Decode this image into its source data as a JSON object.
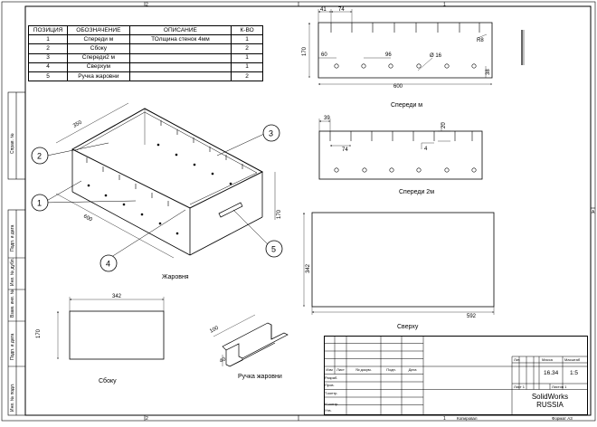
{
  "frame": {
    "zone_top_left": "1",
    "zone_top_right": "2",
    "zone_bottom_left": "2",
    "zone_bottom_right": "1",
    "zone_side_right": "A"
  },
  "spec_table": {
    "headers": [
      "ПОЗИЦИЯ",
      "ОБОЗНАЧЕНИЕ",
      "ОПИСАНИЕ",
      "К-ВО"
    ],
    "rows": [
      [
        "1",
        "Спереди м",
        "ТОлщина стенок 4мм",
        "1"
      ],
      [
        "2",
        "Сбоку",
        "",
        "2"
      ],
      [
        "3",
        "Спереди2 м",
        "",
        "1"
      ],
      [
        "4",
        "Сверхум",
        "",
        "1"
      ],
      [
        "5",
        "Ручка жаровни",
        "",
        "2"
      ]
    ]
  },
  "iso_view": {
    "label": "Жаровня",
    "dim_width": "350",
    "dim_length": "600",
    "dim_height": "170",
    "balloons": [
      "1",
      "2",
      "3",
      "4",
      "5"
    ]
  },
  "front_m_view": {
    "label": "Спереди м",
    "dims": [
      "41",
      "74",
      "R8",
      "170",
      "60",
      "96",
      "Ø 16",
      "38",
      "600"
    ]
  },
  "front2_view": {
    "label": "Спереди 2м",
    "dims": [
      "39",
      "20",
      "74",
      "4"
    ]
  },
  "top_view": {
    "label": "Сверху",
    "dim_height": "342",
    "dim_width": "592"
  },
  "side_view": {
    "label": "Сбоку",
    "dim_width": "342",
    "dim_height": "170"
  },
  "handle_view": {
    "label": "Ручка жаровни",
    "dims": [
      "100",
      "40"
    ]
  },
  "left_strip": [
    "Справ. №",
    "Подп. и дата",
    "Инв. № дубл.",
    "Взам. инв. №",
    "Подп. и дата",
    "Инв. № подл."
  ],
  "title_block": {
    "stage_headers": [
      "Лит.",
      "Масса",
      "Масштаб"
    ],
    "mass": "16.34",
    "scale": "1:5",
    "sheet": "Лист 1",
    "sheets": "Листов 1",
    "change_cols": [
      "Изм",
      "Лист",
      "№ докум.",
      "Подп.",
      "Дата"
    ],
    "roles": [
      "Разраб.",
      "Пров.",
      "Т.контр.",
      "",
      "Н.контр.",
      "Утв."
    ],
    "company_line1": "SolidWorks",
    "company_line2": "RUSSIA",
    "copied": "Копировал",
    "format": "Формат А3"
  }
}
